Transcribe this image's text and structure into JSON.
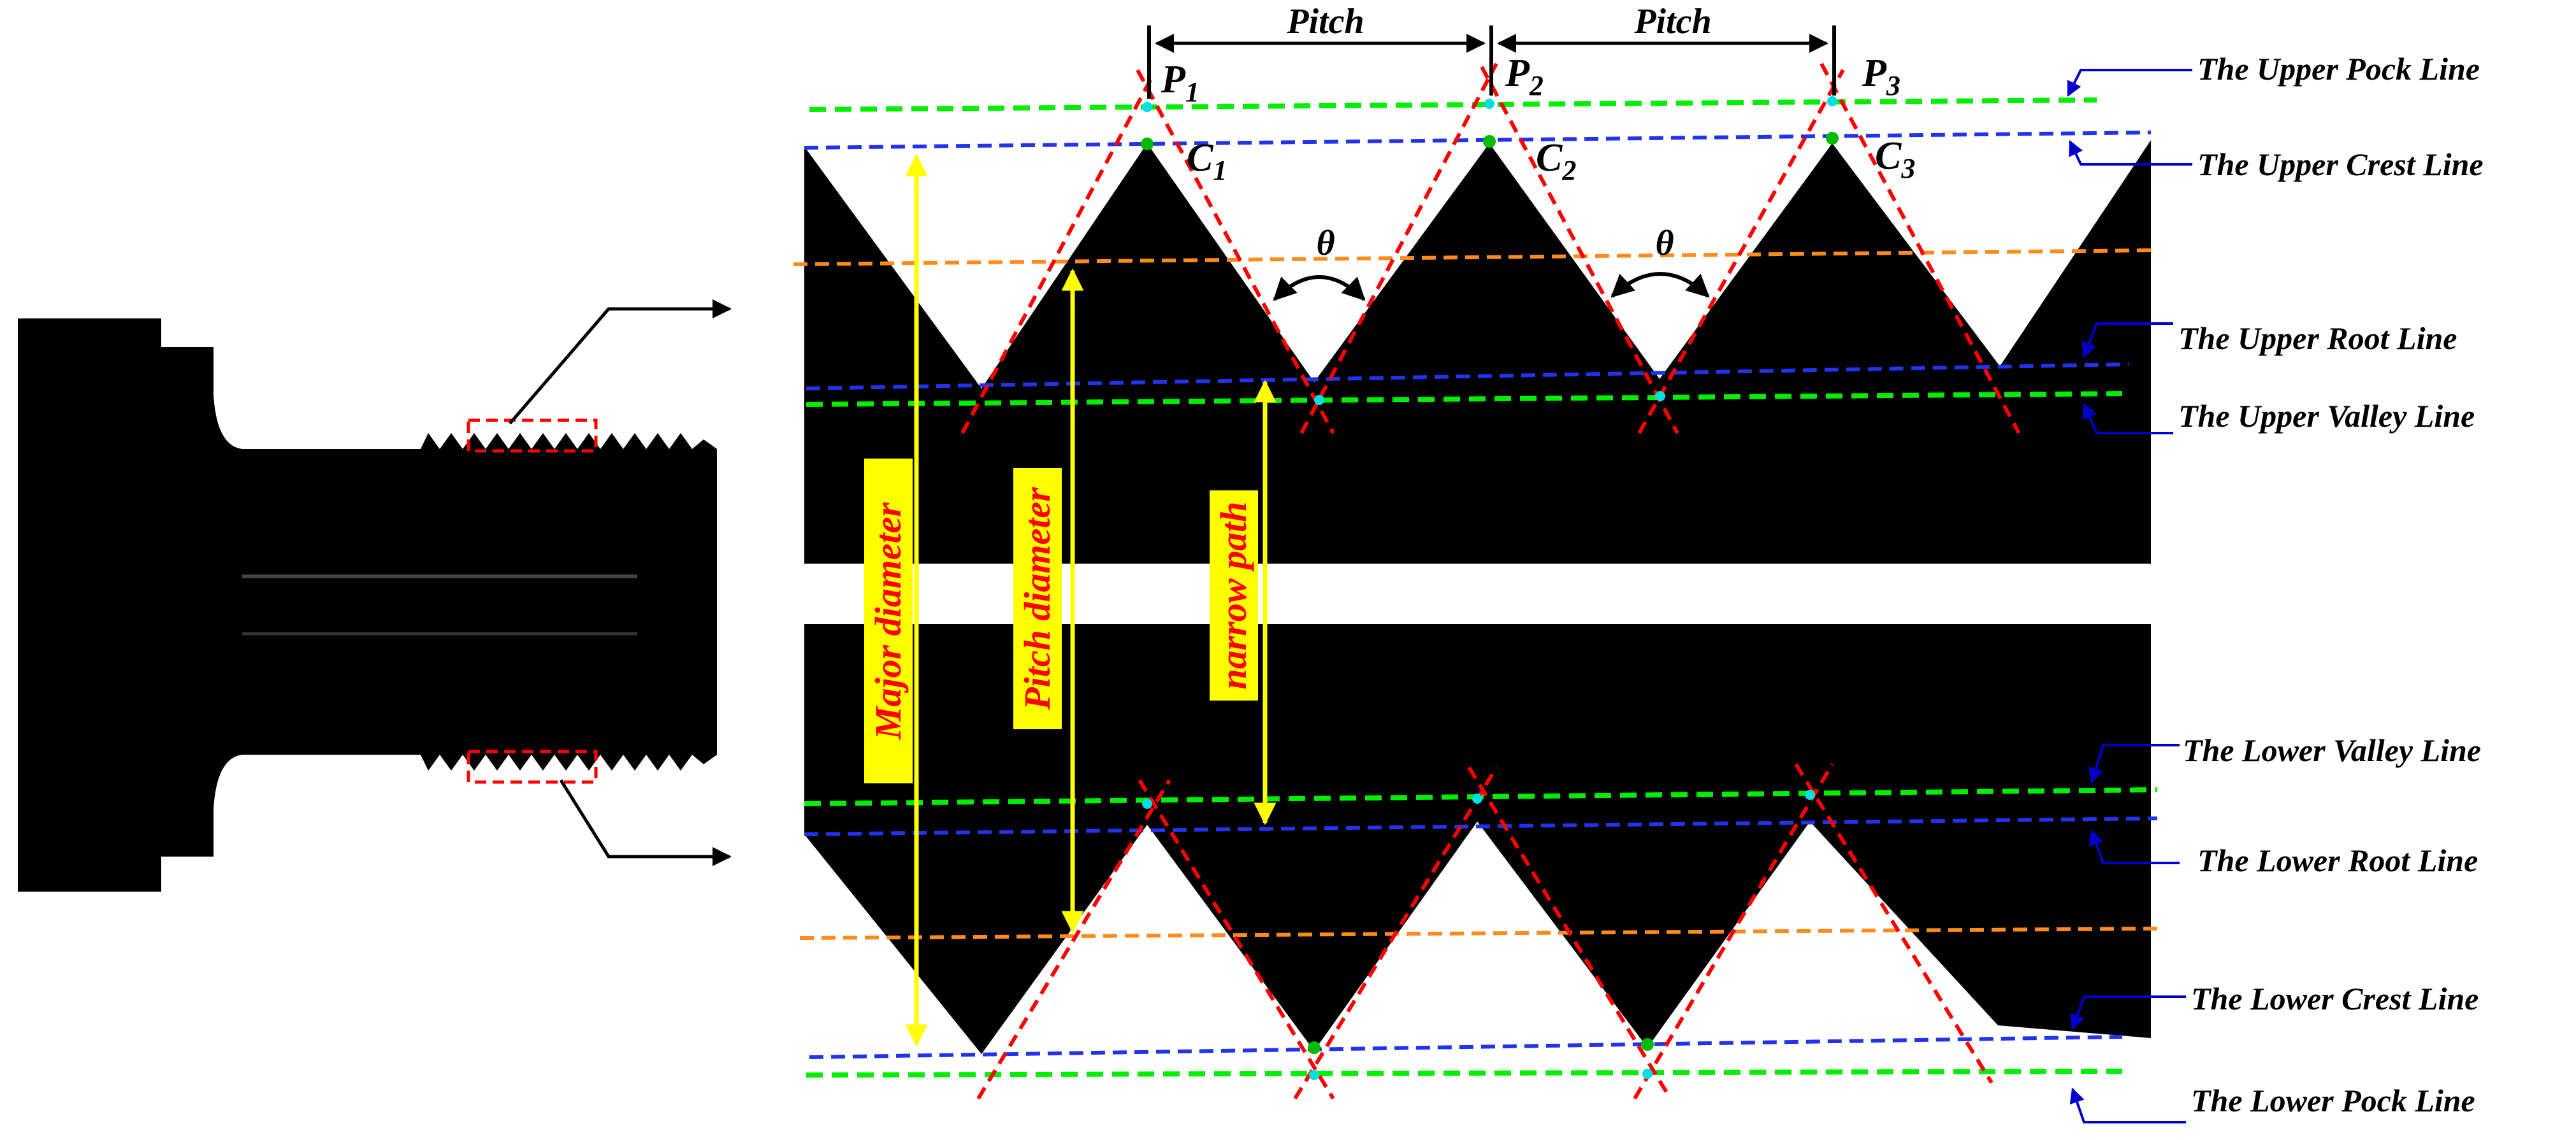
{
  "labels": {
    "pitch_left": "Pitch",
    "pitch_right": "Pitch",
    "theta_left": "θ",
    "theta_right": "θ",
    "major_diameter": "Major diameter",
    "pitch_diameter": "Pitch diameter",
    "narrow_path": "narrow path"
  },
  "points": {
    "p1": {
      "letter": "P",
      "sub": "1"
    },
    "p2": {
      "letter": "P",
      "sub": "2"
    },
    "p3": {
      "letter": "P",
      "sub": "3"
    },
    "c1": {
      "letter": "C",
      "sub": "1"
    },
    "c2": {
      "letter": "C",
      "sub": "2"
    },
    "c3": {
      "letter": "C",
      "sub": "3"
    }
  },
  "line_names": {
    "upper_pock": "The Upper Pock Line",
    "upper_crest": "The Upper Crest Line",
    "upper_root": "The Upper Root Line",
    "upper_valley": "The Upper Valley Line",
    "lower_valley": "The Lower Valley Line",
    "lower_root": "The Lower Root Line",
    "lower_crest": "The Lower Crest Line",
    "lower_pock": "The Lower Pock Line"
  },
  "colors": {
    "thread_fill": "#000000",
    "pock_valley_line": "#00ee00",
    "crest_root_line": "#2233ee",
    "pitch_line": "#ff8c1a",
    "flank_line": "#ff0000",
    "dimension_arrow": "#ffff00",
    "dimension_box": "#ffff00",
    "dimension_text": "#ff0000",
    "callout_arrow": "#0000cc",
    "crest_point": "#00bb00",
    "valley_point": "#00e0e0"
  }
}
